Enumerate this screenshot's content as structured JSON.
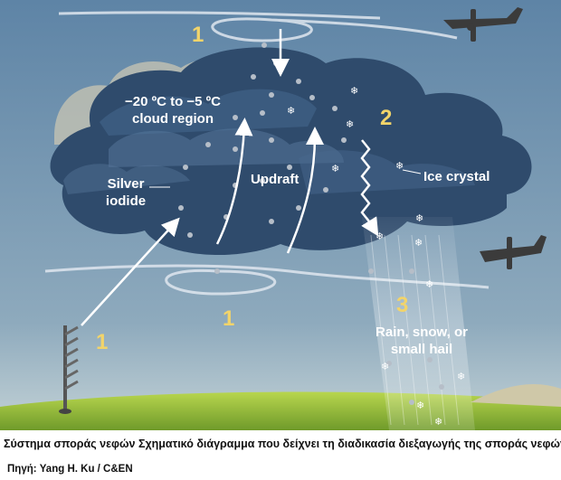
{
  "diagram": {
    "labels": {
      "temp_line1": "−20 ºC to −5 ºC",
      "temp_line2": "cloud region",
      "silver_line1": "Silver",
      "silver_line2": "iodide",
      "updraft": "Updraft",
      "ice_crystal": "Ice crystal",
      "precip_line1": "Rain, snow, or",
      "precip_line2": "small hail"
    },
    "step_numbers": {
      "top": "1",
      "middle": "1",
      "ground": "1",
      "ice": "2",
      "precip": "3"
    },
    "colors": {
      "sky_top": "#5e84a6",
      "sky_bottom": "#aac2cf",
      "cloud": "#2f4b6c",
      "cloud_light": "#56769a",
      "ground": "#9cc43c",
      "number": "#f2d46a"
    }
  },
  "caption": "Σύστημα σποράς νεφών Σχηματικό διάγραμμα που δείχνει τη διαδικασία διεξαγωγής της σποράς νεφών.",
  "source": "Πηγή: Yang H. Ku / C&EN"
}
